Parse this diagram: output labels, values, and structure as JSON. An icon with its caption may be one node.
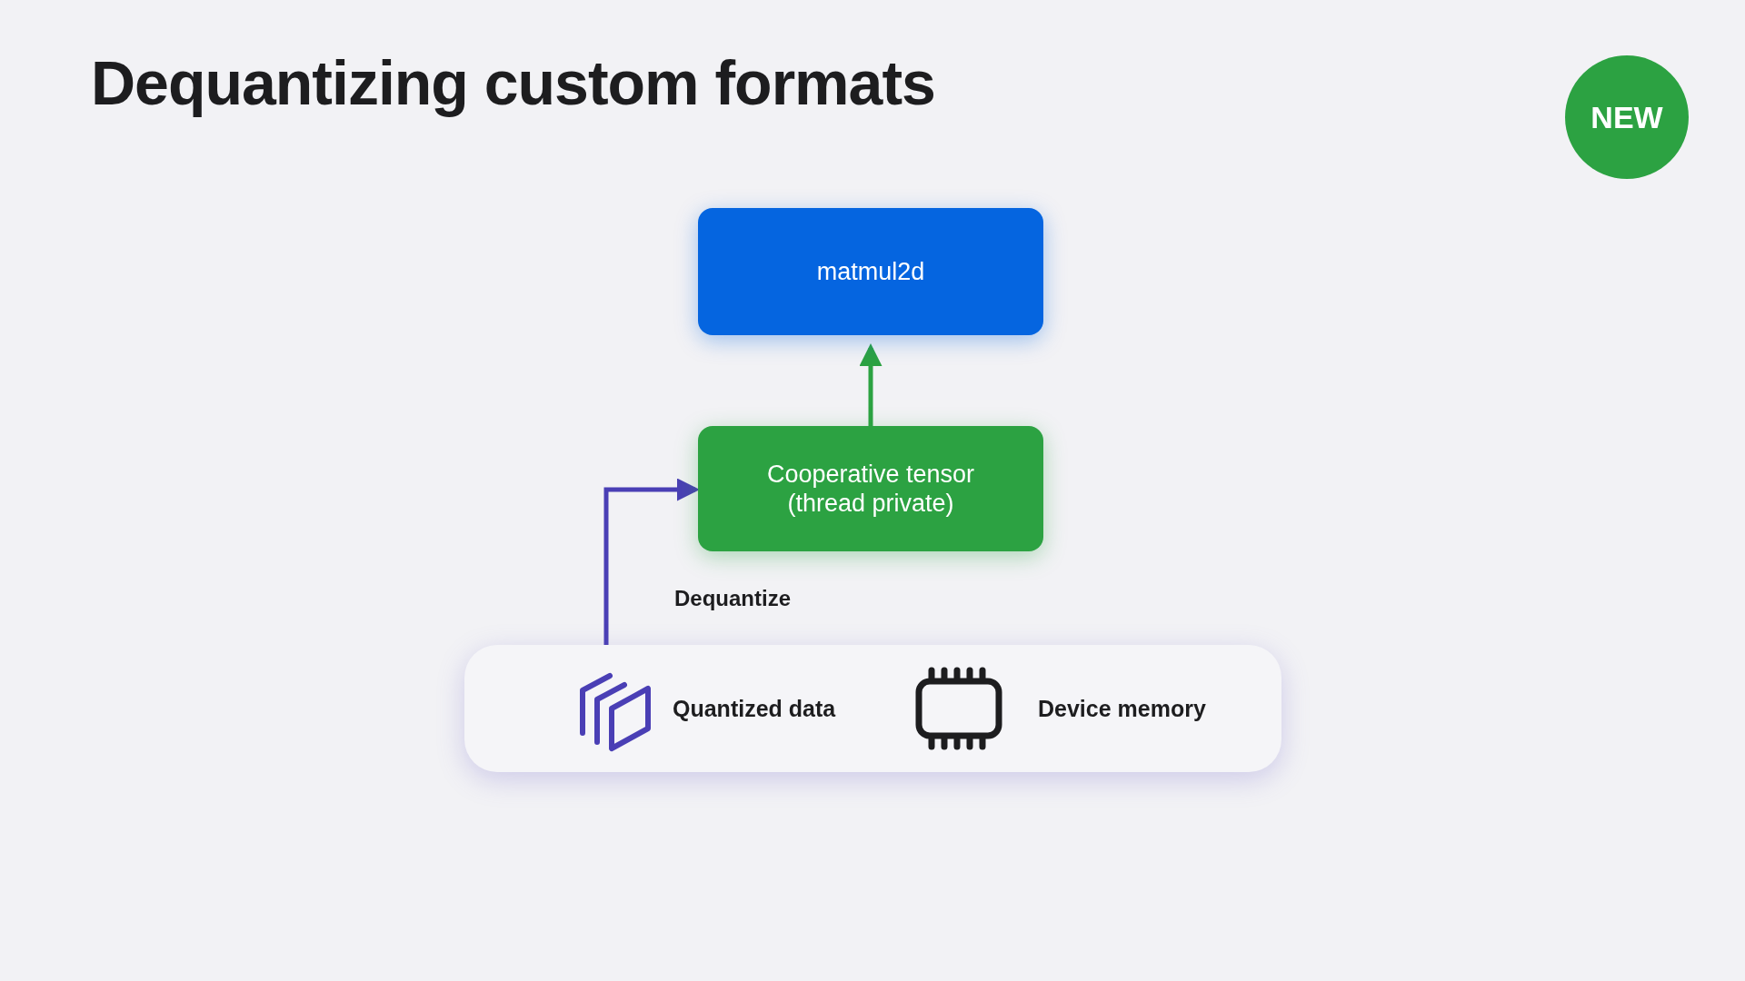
{
  "diagram": {
    "title": "Dequantizing custom formats",
    "nodes": [
      {
        "text": [
          "matmul2d"
        ]
      },
      {
        "text": [
          "Cooperative tensor (thread private)"
        ]
      },
      {
        "text": [],
        "shape": "box"
      },
      {
        "text": [
          "Quantized data"
        ],
        "in": 2
      },
      {
        "text": [
          "Device memory"
        ],
        "in": 2
      },
      {
        "text": [
          "NEW"
        ]
      }
    ],
    "edges": [
      {
        "from": 1,
        "to": 0,
        "arrow": "to",
        "color": "#2ca242"
      },
      {
        "from": 2,
        "to": 1,
        "arrow": "to",
        "label": "Dequantize",
        "color": "#4a3fb5"
      }
    ]
  }
}
